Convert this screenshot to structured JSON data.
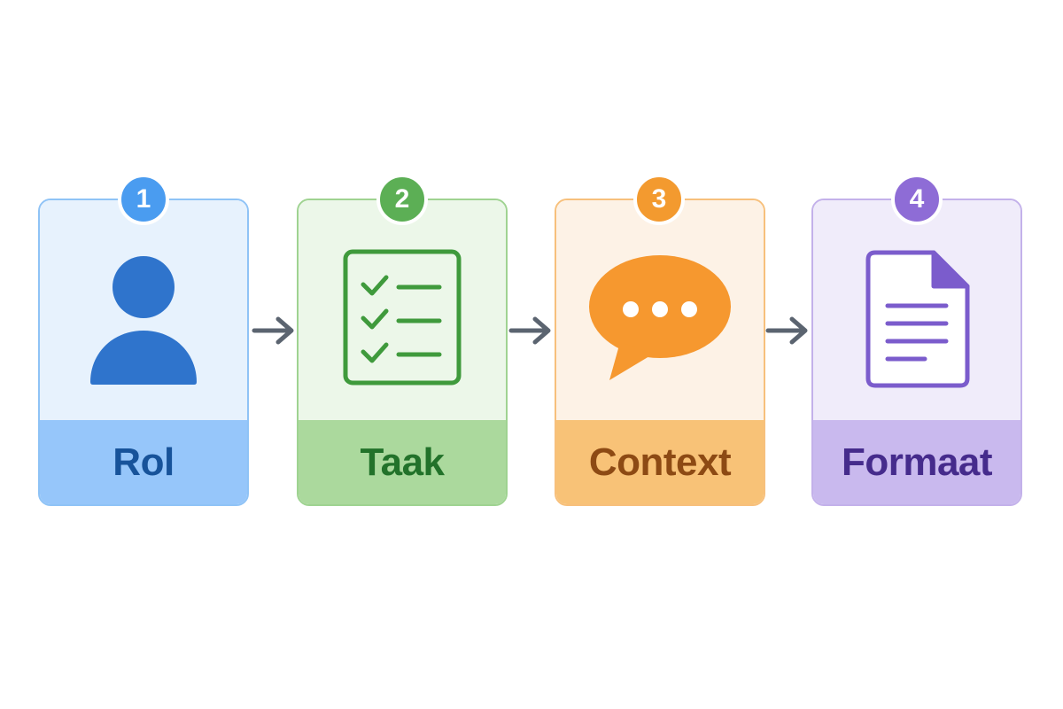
{
  "steps": [
    {
      "number": "1",
      "label": "Rol",
      "icon": "person-icon",
      "color": "#4a9cf0",
      "bg": "#e7f2fd",
      "band": "#96c6fa",
      "text": "#17539a"
    },
    {
      "number": "2",
      "label": "Taak",
      "icon": "checklist-icon",
      "color": "#5caf55",
      "bg": "#ecf7e9",
      "band": "#abd99d",
      "text": "#22722a"
    },
    {
      "number": "3",
      "label": "Context",
      "icon": "chat-bubble-icon",
      "color": "#f39a2f",
      "bg": "#fdf2e6",
      "band": "#f8c277",
      "text": "#8d4a14"
    },
    {
      "number": "4",
      "label": "Formaat",
      "icon": "document-icon",
      "color": "#8e6cd6",
      "bg": "#f0ecfa",
      "band": "#c9b9ee",
      "text": "#452b8c"
    }
  ],
  "arrow_color": "#5b6470",
  "arrow_icon": "arrow-right-icon"
}
